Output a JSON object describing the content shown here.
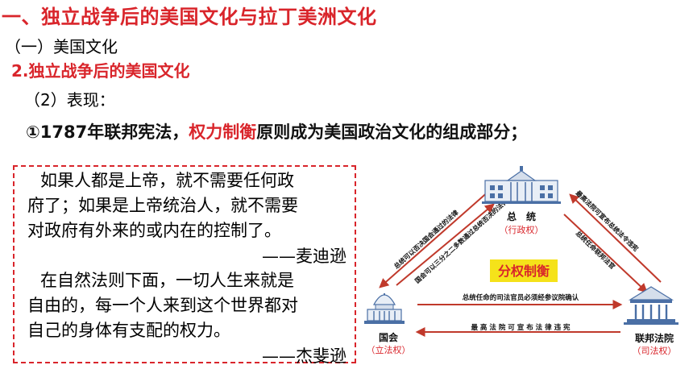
{
  "header": {
    "title": "一、独立战争后的美国文化与拉丁美洲文化",
    "section": "（一）美国文化",
    "subsection": "2.独立战争后的美国文化",
    "item": "（2）表现："
  },
  "point": {
    "prefix": "①1787年联邦宪法，",
    "highlight": "权力制衡",
    "suffix": "原则成为美国政治文化的组成部分；"
  },
  "quotes": [
    {
      "lines": [
        "如果人都是上帝，就不需要任何政",
        "府了；如果是上帝统治人，就不需要",
        "对政府有外来的或内在的控制了。"
      ],
      "author": "——麦迪逊"
    },
    {
      "lines": [
        "在自然法则下面，一切人生来就是",
        "自由的，每一个人来到这个世界都对",
        "自己的身体有支配的权力。"
      ],
      "author": "——杰斐逊"
    }
  ],
  "diagram": {
    "center_label": "分权制衡",
    "nodes": {
      "president": {
        "name": "总　统",
        "power": "（行政权）"
      },
      "congress": {
        "name": "国会",
        "power": "（立法权）"
      },
      "court": {
        "name": "联邦法院",
        "power": "（司法权）"
      }
    },
    "edges": {
      "left_outer": "总统可以否决国会通过的法律",
      "left_inner": "国会可以三分之二多数通过总统否决的法律",
      "right_outer": "最高法院可宣布总统法令违宪",
      "right_inner": "总统任命联邦法官",
      "bottom_upper": "总统任命的司法官员必须经参议院确认",
      "bottom_lower": "最 高 法 院 可 宣 布 法 律 违 宪"
    },
    "colors": {
      "arrow": "#c0392b",
      "accent": "#d9252b",
      "center_bg": "#f5e21a",
      "building": "#4a6fa5"
    }
  }
}
